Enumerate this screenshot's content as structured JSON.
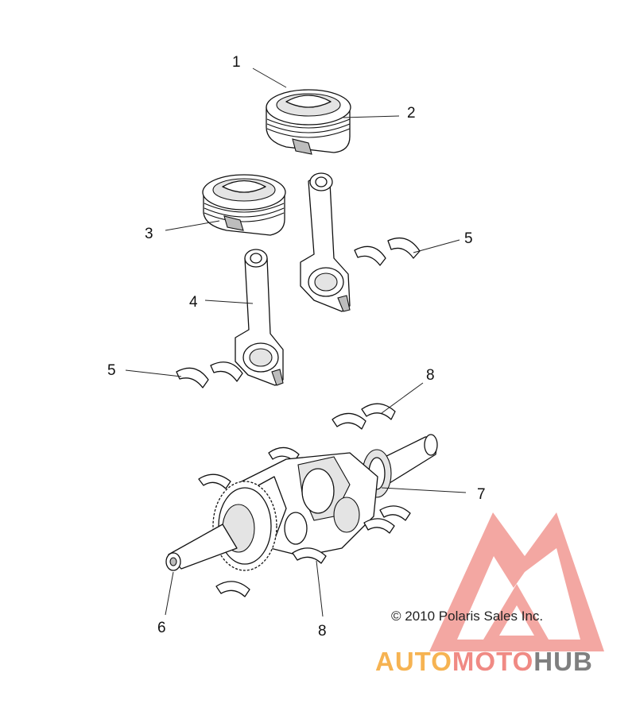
{
  "diagram": {
    "callouts": [
      "1",
      "2",
      "3",
      "4",
      "5",
      "5",
      "6",
      "7",
      "8",
      "8"
    ],
    "copyright": "© 2010 Polaris Sales Inc."
  },
  "watermark": {
    "brand_part1": "AUTO",
    "brand_part2": "MOTO",
    "brand_part3": "HUB",
    "colors": {
      "triangle": "#f08a84",
      "auto": "#f6b352",
      "moto": "#f08a84",
      "hub": "#7f7f7f"
    }
  }
}
